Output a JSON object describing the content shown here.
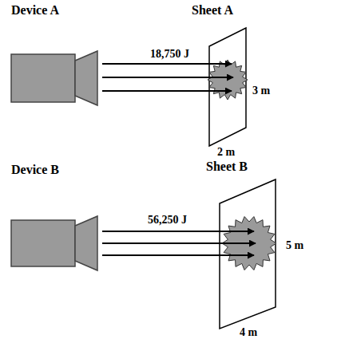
{
  "diagram": {
    "labels": [
      "Device A",
      "Sheet A",
      "18,750 J",
      "3 m",
      "2 m",
      "Device B",
      "Sheet B",
      "56,250 J",
      "5 m",
      "4 m"
    ]
  }
}
